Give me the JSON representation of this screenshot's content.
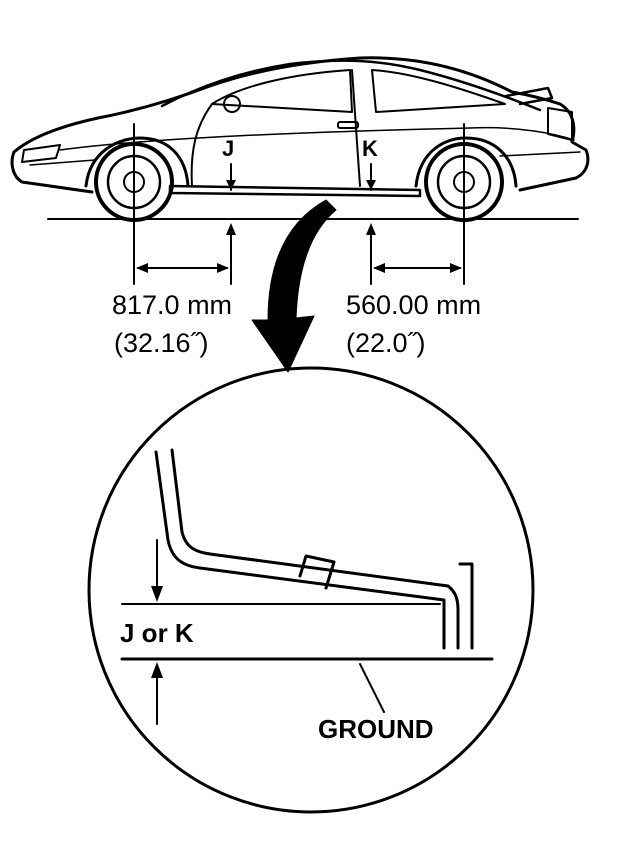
{
  "diagram": {
    "markers": {
      "front": "J",
      "rear": "K"
    },
    "front_measure": {
      "metric": "817.0 mm",
      "imperial": "(32.16˝)"
    },
    "rear_measure": {
      "metric": "560.00 mm",
      "imperial": "(22.0˝)"
    },
    "detail": {
      "height_label": "J or K",
      "ground_label": "GROUND"
    },
    "line_color": "#000000",
    "background": "#ffffff"
  }
}
